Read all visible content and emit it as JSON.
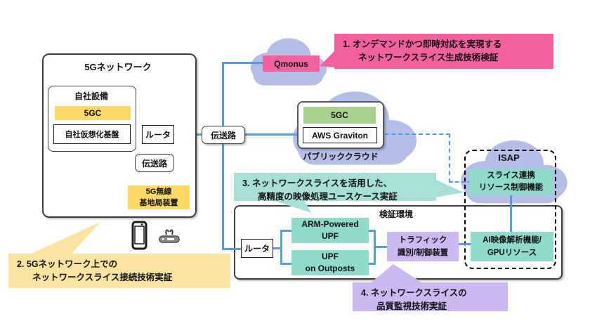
{
  "colors": {
    "connector_blue": "#5B9BD5",
    "cloud_fill": "#B4BEE6",
    "yellow_highlight": "#FFD966",
    "yellow_callout": "#FBE3A2",
    "pink": "#F0619E",
    "green": "#A9D18E",
    "teal": "#8FDACB",
    "teal_callout": "#A8E0D8",
    "purple": "#CDB9F2"
  },
  "g5": {
    "title": "5Gネットワーク",
    "own_title": "自社設備",
    "own_5gc": "5GC",
    "virt": "自社仮想化基盤",
    "router": "ルータ",
    "trans": "伝送路",
    "bs1": "5G無線",
    "bs2": "基地局装置"
  },
  "trans_main": {
    "label": "伝送路"
  },
  "qmonus": {
    "label": "Qmonus"
  },
  "cloud": {
    "gc": "5GC",
    "graviton": "AWS Graviton",
    "label": "パブリッククラウド"
  },
  "isap": {
    "title": "ISAP",
    "slice1": "スライス連携",
    "slice2": "リソース制御機能",
    "ai1": "AI映像解析機能/",
    "ai2": "GPUリソース"
  },
  "env": {
    "title": "検証環境",
    "router": "ルータ",
    "arm1": "ARM-Powered",
    "arm2": "UPF",
    "out1": "UPF",
    "out2": "on Outposts",
    "traffic1": "トラフィック",
    "traffic2": "識別/制御装置"
  },
  "callout1": {
    "l1": "1. オンデマンドかつ即時対応を実現する",
    "l2": "ネットワークスライス生成技術検証"
  },
  "callout2": {
    "l1": "2. 5Gネットワーク上での",
    "l2": "ネットワークスライス接続技術実証"
  },
  "callout3": {
    "l1": "3. ネットワークスライスを活用した、",
    "l2": "高精度の映像処理ユースケース実証"
  },
  "callout4": {
    "l1": "4. ネットワークスライスの",
    "l2": "品質監視技術実証"
  },
  "icons": {
    "smartphone": "smartphone-icon",
    "wifi_router": "wifi-router-icon",
    "clouds": [
      "qmonus-cloud-icon",
      "public-cloud-icon",
      "isap-cloud-icon"
    ]
  }
}
